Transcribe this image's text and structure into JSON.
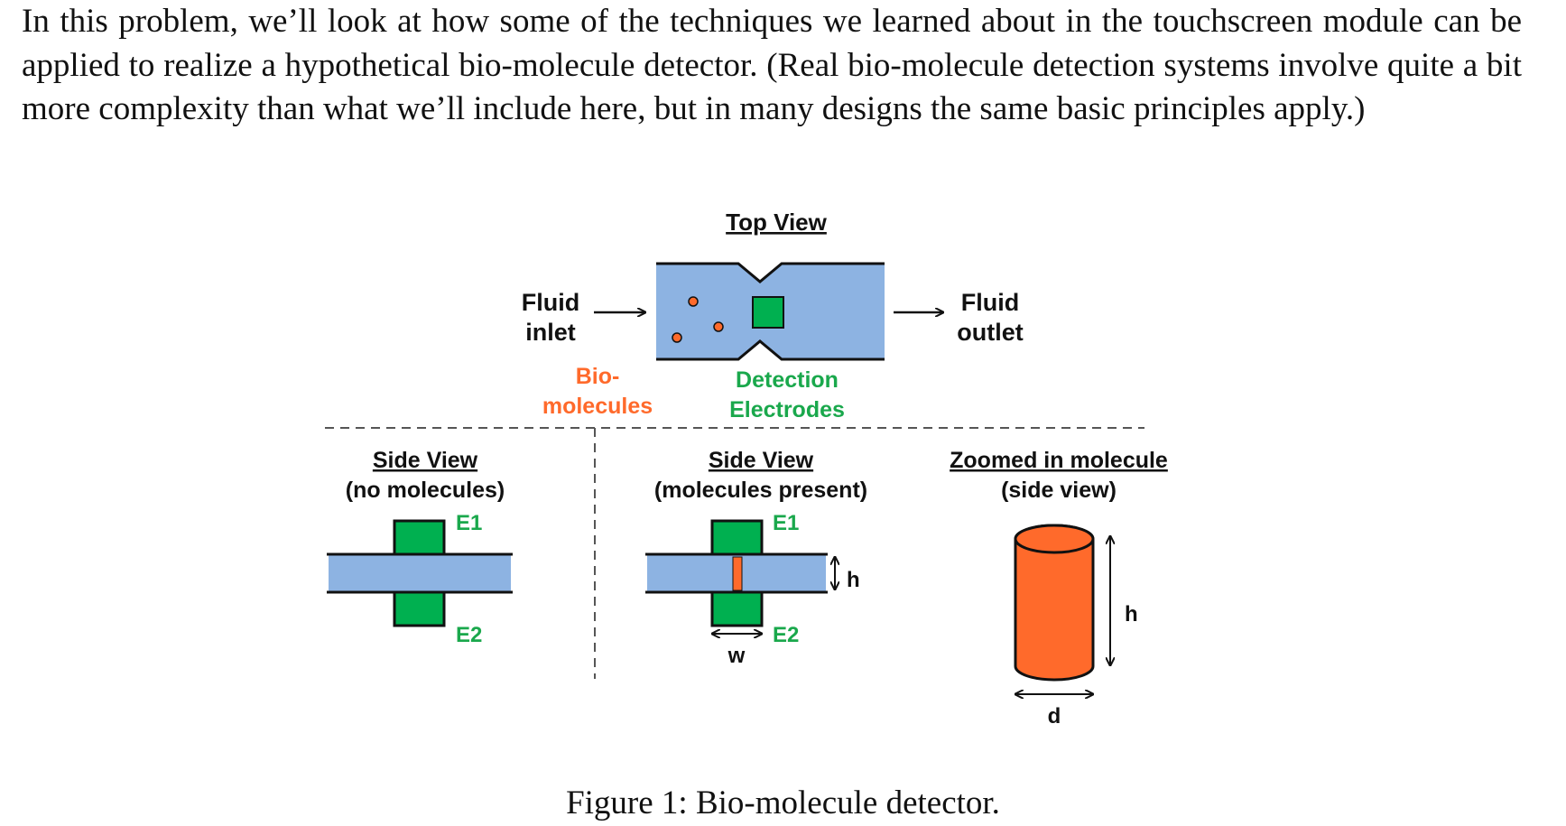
{
  "paragraph": "In this problem, we’ll look at how some of the techniques we learned about in the touchscreen module can be applied to realize a hypothetical bio-molecule detector. (Real bio-molecule detection systems involve quite a bit more complexity than what we’ll include here, but in many designs the same basic principles apply.)",
  "figure": {
    "top_view_title": "Top View",
    "fluid_inlet": [
      "Fluid",
      "inlet"
    ],
    "fluid_outlet": [
      "Fluid",
      "outlet"
    ],
    "biomolecules": [
      "Bio-",
      "molecules"
    ],
    "detection_electrodes": [
      "Detection",
      "Electrodes"
    ],
    "side_view_empty": {
      "title": "Side View",
      "subtitle": "(no molecules)",
      "e1": "E1",
      "e2": "E2"
    },
    "side_view_present": {
      "title": "Side View",
      "subtitle": "(molecules present)",
      "e1": "E1",
      "e2": "E2",
      "h": "h",
      "w": "w"
    },
    "zoomed": {
      "title": "Zoomed in molecule",
      "subtitle": "(side view)",
      "h": "h",
      "d": "d"
    },
    "colors": {
      "fluid": "#8db3e2",
      "electrode": "#00b050",
      "molecule": "#ff6a2b",
      "label_green": "#1aa84c",
      "label_orange": "#ff6a2b"
    }
  },
  "caption": "Figure 1: Bio-molecule detector."
}
